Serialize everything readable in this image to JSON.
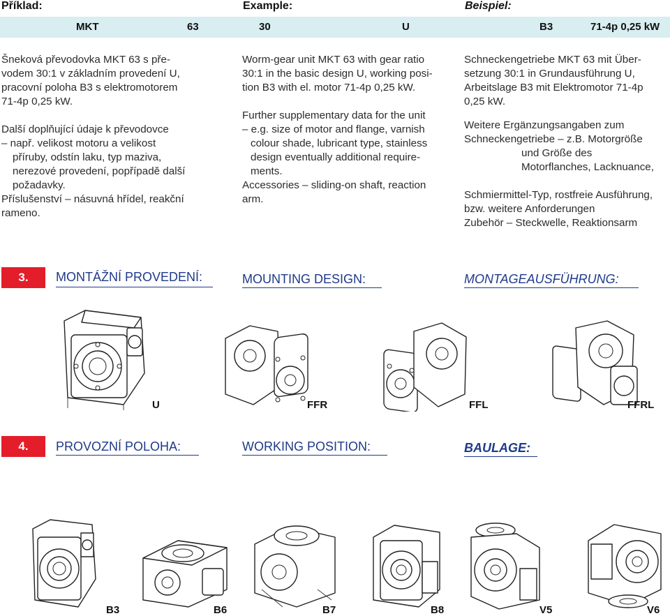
{
  "header": {
    "label_cs": "Příklad:",
    "label_en": "Example:",
    "label_de": "Beispiel:"
  },
  "example": {
    "type": "MKT",
    "size": "63",
    "ratio": "30",
    "design": "U",
    "position": "B3",
    "motor": "71-4p 0,25 kW"
  },
  "text_cs": {
    "l1": "Šneková převodovka MKT 63 s pře-",
    "l2": "vodem 30:1 v základním provedení U,",
    "l3": "pracovní poloha B3 s elektromotorem",
    "l4": "71-4p 0,25 kW.",
    "l5": "Další doplňující údaje k převodovce",
    "l6": "– např. velikost motoru a velikost",
    "l7": "příruby, odstín laku, typ maziva,",
    "l8": "nerezové provedení, popřípadě další",
    "l9": "požadavky.",
    "l10": "Příslušenství – násuvná hřídel, reakční",
    "l11": "rameno."
  },
  "text_en": {
    "l1": "Worm-gear unit MKT 63 with gear ratio",
    "l2": "30:1 in the basic design U, working posi-",
    "l3": "tion B3 with el. motor 71-4p 0,25 kW.",
    "l4": "Further supplementary data for the unit",
    "l5": "– e.g. size of motor and flange, varnish",
    "l6": "colour shade, lubricant type, stainless",
    "l7": "design eventually additional require-",
    "l8": "ments.",
    "l9": "Accessories – sliding-on shaft, reaction",
    "l10": "arm."
  },
  "text_de": {
    "l1": "Schneckengetriebe MKT 63 mit Über-",
    "l2": "setzung 30:1 in Grundausführung U,",
    "l3": "Arbeitslage B3 mit Elektromotor 71-4p",
    "l4": "0,25 kW.",
    "l5": "Weitere Ergänzungsangaben zum",
    "l6": "Schneckengetriebe – z.B. Motorgröße",
    "l7": "und Größe des",
    "l8": "Motorflanches, Lacknuance,",
    "l9": "Schmiermittel-Typ, rostfreie Ausführung,",
    "l10": "bzw. weitere Anforderungen",
    "l11": "Zubehör – Steckwelle, Reaktionsarm"
  },
  "section3": {
    "number": "3.",
    "title_cs": "MONTÁŽNÍ PROVEDENÍ:",
    "title_en": "MOUNTING DESIGN:",
    "title_de": "MONTAGEAUSFÜHRUNG:",
    "designs": [
      "U",
      "FFR",
      "FFL",
      "FFRL"
    ]
  },
  "section4": {
    "number": "4.",
    "title_cs": "PROVOZNÍ POLOHA:",
    "title_en": "WORKING POSITION:",
    "title_de": "BAULAGE:",
    "positions": [
      "B3",
      "B6",
      "B7",
      "B8",
      "V5",
      "V6"
    ]
  },
  "colors": {
    "accent_red": "#e31e2a",
    "title_blue": "#1f3a8a",
    "bar_bg": "#d8eef0"
  },
  "icons": [
    "gearbox-drawing"
  ]
}
